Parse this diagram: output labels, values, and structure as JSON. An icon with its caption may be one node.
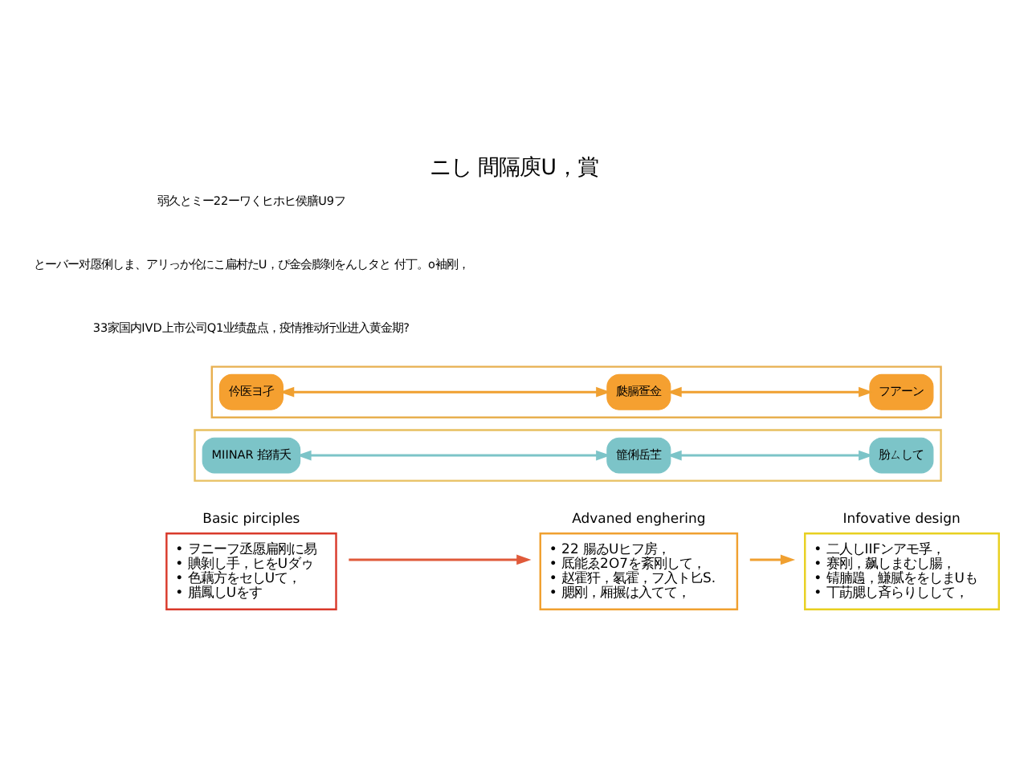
{
  "diagram": {
    "title": "ニし 間隔庾U，賞",
    "nodes": [
      {
        "text": [
          "Basic pirciples",
          "• ヲニーフ丞愿扁刚に易",
          "• 賟剝し手，ヒをUダゥ",
          "• 色藕方をセしUて，",
          "• 腊鳳しUをす"
        ]
      },
      {
        "text": [
          "Advaned enghering",
          "• 22 腸ゐUヒフ房，",
          "• 厎能ゑ2O7を紊刚して，",
          "• 赵霍犴，氡霍，フ入ト匕S.",
          "• 腮刚，厢搌は入てて，"
        ]
      },
      {
        "text": [
          "Infovative design",
          "• 二人しIIFンアモ孚，",
          "• 赛刚，飙しまむし腸，",
          "• 锖腩鶗，鰜腻ををしまUも",
          "• 丅莇腮し斉らりしして，"
        ]
      },
      {
        "text": [],
        "shape": "box"
      },
      {
        "text": [
          "MIINAR 掐猜夭"
        ],
        "in": 3
      },
      {
        "text": [
          "篚俐岳芏"
        ],
        "in": 3
      },
      {
        "text": [
          "肦ㄙして"
        ],
        "in": 3
      },
      {
        "text": [],
        "shape": "box"
      },
      {
        "text": [
          "仱医ヨ孑"
        ],
        "in": 7
      },
      {
        "text": [
          "瓞膈疍佥"
        ],
        "in": 7
      },
      {
        "text": [
          "フアーン"
        ],
        "in": 7
      }
    ],
    "edges": [
      {
        "from": 0,
        "to": 1,
        "arrow": "to",
        "color": "#e05a3a"
      },
      {
        "from": 1,
        "to": 2,
        "arrow": "to",
        "color": "#f0a030"
      },
      {
        "from": 4,
        "to": 5,
        "arrow": "both",
        "color": "#7cc4c8"
      },
      {
        "from": 5,
        "to": 6,
        "arrow": "both",
        "color": "#7cc4c8"
      },
      {
        "from": 8,
        "to": 9,
        "arrow": "both",
        "color": "#f0a030"
      },
      {
        "from": 9,
        "to": 10,
        "arrow": "both",
        "color": "#f0a030"
      }
    ],
    "labels": [
      "33家国内IVD上市公司Q1业绩盘点，疫情推动行业进入黄金期?",
      "とーバー对愿俐しま、アリっか伦にこ扁村たU，ぴ金会膨剝をんしタと 付丁。o袖刚，",
      "弱久とミー22ーワくヒホヒ侯膳U9フ"
    ]
  }
}
